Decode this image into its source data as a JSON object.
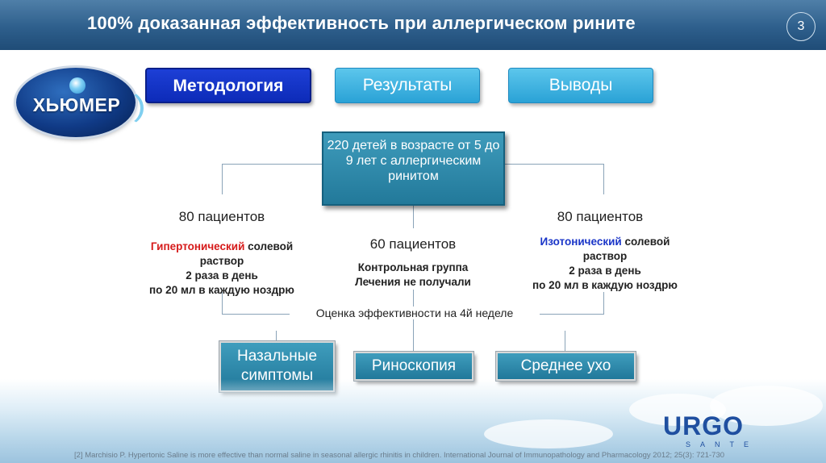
{
  "header": {
    "title": "100% доказанная эффективность при аллергическом рините",
    "page_number": "3"
  },
  "logo": {
    "text": "ХЬЮМЕР"
  },
  "tabs": [
    {
      "label": "Методология",
      "active": true
    },
    {
      "label": "Результаты",
      "active": false
    },
    {
      "label": "Выводы",
      "active": false
    }
  ],
  "root": {
    "text": "220 детей в возрасте от 5 до 9 лет с аллергическим ринитом"
  },
  "groups": {
    "left": {
      "title": "80 пациентов",
      "highlight": "Гипертонический",
      "line1_rest": " солевой",
      "line2": "раствор",
      "line3": "2 раза в день",
      "line4": "по 20 мл в каждую ноздрю"
    },
    "middle": {
      "title": "60 пациентов",
      "line1": "Контрольная группа",
      "line2": "Лечения не получали"
    },
    "right": {
      "title": "80 пациентов",
      "highlight": "Изотонический",
      "line1_rest": " солевой",
      "line2": "раствор",
      "line3": "2 раза в день",
      "line4": "по 20 мл в каждую ноздрю"
    }
  },
  "evaluation": "Оценка эффективности на 4й неделе",
  "outcomes": [
    "Назальные симптомы",
    "Риноскопия",
    "Среднее ухо"
  ],
  "brand": {
    "name": "URGO",
    "sub": "SANTE"
  },
  "footnote": "[2] Marchisio P. Hypertonic Saline is more effective than normal saline in seasonal allergic rhinitis in children. International Journal of Immunopathology and Pharmacology 2012; 25(3): 721-730",
  "colors": {
    "header": "#2e5f8c",
    "active_tab": "#1d3fd6",
    "inactive_tab": "#2aa2d6",
    "box": "#2b86a8",
    "hypertonic": "#d61a1a",
    "isotonic": "#1a35c8"
  }
}
